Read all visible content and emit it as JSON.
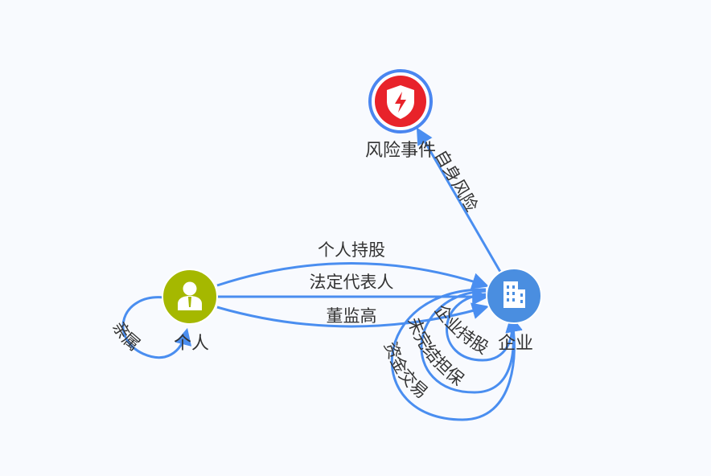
{
  "colors": {
    "edge": "#4a8ef0",
    "person_node": "#a5b800",
    "company_node": "#4a8ee0",
    "risk_node": "#e8232a",
    "risk_ring": "#4a86f0",
    "label_text": "#333333"
  },
  "nodes": {
    "risk": {
      "label": "风险事件",
      "icon": "shield-lightning-icon"
    },
    "person": {
      "label": "个人",
      "icon": "person-icon"
    },
    "company": {
      "label": "企业",
      "icon": "building-icon"
    }
  },
  "edges": {
    "self_risk": "自身风险",
    "personal_holding": "个人持股",
    "legal_rep": "法定代表人",
    "directors": "董监高",
    "relative": "亲属",
    "enterprise_holding": "企业持股",
    "outstanding_guarantee": "未完结担保",
    "fund_transaction": "资金交易"
  }
}
